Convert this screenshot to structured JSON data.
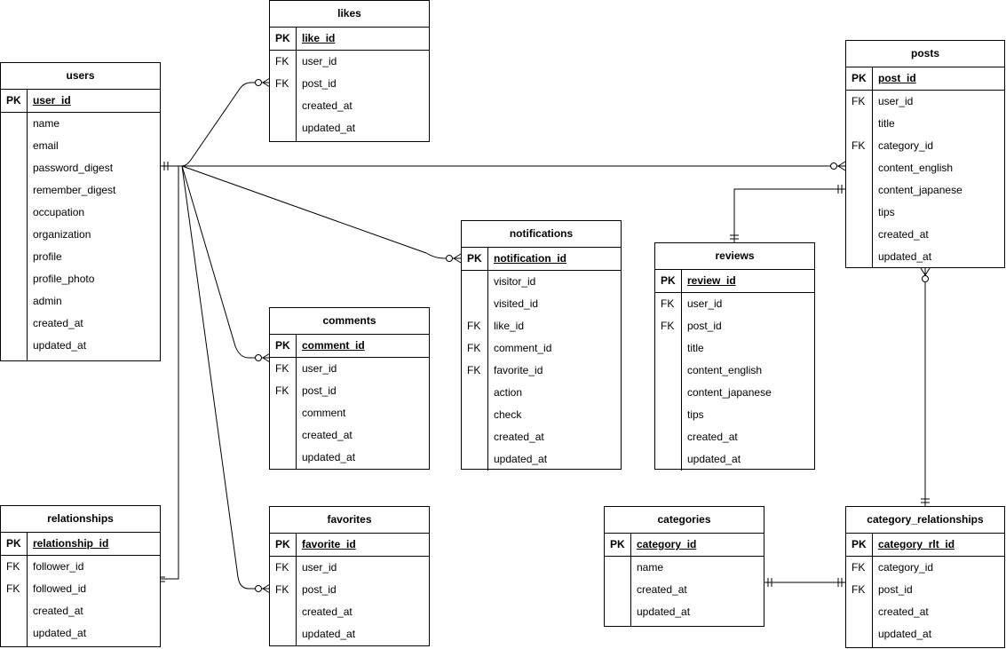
{
  "entities": {
    "users": {
      "title": "users",
      "pk": {
        "key": "PK",
        "name": "user_id"
      },
      "fields": [
        {
          "key": "",
          "name": "name"
        },
        {
          "key": "",
          "name": "email"
        },
        {
          "key": "",
          "name": "password_digest"
        },
        {
          "key": "",
          "name": "remember_digest"
        },
        {
          "key": "",
          "name": "occupation"
        },
        {
          "key": "",
          "name": "organization"
        },
        {
          "key": "",
          "name": "profile"
        },
        {
          "key": "",
          "name": "profile_photo"
        },
        {
          "key": "",
          "name": "admin"
        },
        {
          "key": "",
          "name": "created_at"
        },
        {
          "key": "",
          "name": "updated_at"
        }
      ]
    },
    "likes": {
      "title": "likes",
      "pk": {
        "key": "PK",
        "name": "like_id"
      },
      "fields": [
        {
          "key": "FK",
          "name": "user_id"
        },
        {
          "key": "FK",
          "name": "post_id"
        },
        {
          "key": "",
          "name": "created_at"
        },
        {
          "key": "",
          "name": "updated_at"
        }
      ]
    },
    "posts": {
      "title": "posts",
      "pk": {
        "key": "PK",
        "name": "post_id"
      },
      "fields": [
        {
          "key": "FK",
          "name": "user_id"
        },
        {
          "key": "",
          "name": "title"
        },
        {
          "key": "FK",
          "name": "category_id"
        },
        {
          "key": "",
          "name": "content_english"
        },
        {
          "key": "",
          "name": "content_japanese"
        },
        {
          "key": "",
          "name": "tips"
        },
        {
          "key": "",
          "name": "created_at"
        },
        {
          "key": "",
          "name": "updated_at"
        }
      ]
    },
    "notifications": {
      "title": "notifications",
      "pk": {
        "key": "PK",
        "name": "notification_id"
      },
      "fields": [
        {
          "key": "",
          "name": "visitor_id"
        },
        {
          "key": "",
          "name": "visited_id"
        },
        {
          "key": "FK",
          "name": "like_id"
        },
        {
          "key": "FK",
          "name": "comment_id"
        },
        {
          "key": "FK",
          "name": "favorite_id"
        },
        {
          "key": "",
          "name": "action"
        },
        {
          "key": "",
          "name": "check"
        },
        {
          "key": "",
          "name": "created_at"
        },
        {
          "key": "",
          "name": "updated_at"
        }
      ]
    },
    "reviews": {
      "title": "reviews",
      "pk": {
        "key": "PK",
        "name": "review_id"
      },
      "fields": [
        {
          "key": "FK",
          "name": "user_id"
        },
        {
          "key": "FK",
          "name": "post_id"
        },
        {
          "key": "",
          "name": "title"
        },
        {
          "key": "",
          "name": "content_english"
        },
        {
          "key": "",
          "name": "content_japanese"
        },
        {
          "key": "",
          "name": "tips"
        },
        {
          "key": "",
          "name": "created_at"
        },
        {
          "key": "",
          "name": "updated_at"
        }
      ]
    },
    "comments": {
      "title": "comments",
      "pk": {
        "key": "PK",
        "name": "comment_id"
      },
      "fields": [
        {
          "key": "FK",
          "name": "user_id"
        },
        {
          "key": "FK",
          "name": "post_id"
        },
        {
          "key": "",
          "name": "comment"
        },
        {
          "key": "",
          "name": "created_at"
        },
        {
          "key": "",
          "name": "updated_at"
        }
      ]
    },
    "relationships": {
      "title": "relationships",
      "pk": {
        "key": "PK",
        "name": "relationship_id"
      },
      "fields": [
        {
          "key": "FK",
          "name": "follower_id"
        },
        {
          "key": "FK",
          "name": "followed_id"
        },
        {
          "key": "",
          "name": "created_at"
        },
        {
          "key": "",
          "name": "updated_at"
        }
      ]
    },
    "favorites": {
      "title": "favorites",
      "pk": {
        "key": "PK",
        "name": "favorite_id"
      },
      "fields": [
        {
          "key": "FK",
          "name": "user_id"
        },
        {
          "key": "FK",
          "name": "post_id"
        },
        {
          "key": "",
          "name": "created_at"
        },
        {
          "key": "",
          "name": "updated_at"
        }
      ]
    },
    "categories": {
      "title": "categories",
      "pk": {
        "key": "PK",
        "name": "category_id"
      },
      "fields": [
        {
          "key": "",
          "name": "name"
        },
        {
          "key": "",
          "name": "created_at"
        },
        {
          "key": "",
          "name": "updated_at"
        }
      ]
    },
    "category_relationships": {
      "title": "category_relationships",
      "pk": {
        "key": "PK",
        "name": "category_rlt_id"
      },
      "fields": [
        {
          "key": "FK",
          "name": "category_id"
        },
        {
          "key": "FK",
          "name": "post_id"
        },
        {
          "key": "",
          "name": "created_at"
        },
        {
          "key": "",
          "name": "updated_at"
        }
      ]
    }
  },
  "relations": [
    {
      "from": "users",
      "to": "likes",
      "from_card": "one-and-only-one",
      "to_card": "zero-or-many"
    },
    {
      "from": "users",
      "to": "posts",
      "from_card": "one-and-only-one",
      "to_card": "zero-or-many"
    },
    {
      "from": "users",
      "to": "notifications",
      "from_card": "one-and-only-one",
      "to_card": "zero-or-many"
    },
    {
      "from": "users",
      "to": "comments",
      "from_card": "one-and-only-one",
      "to_card": "zero-or-many"
    },
    {
      "from": "users",
      "to": "favorites",
      "from_card": "one-and-only-one",
      "to_card": "zero-or-many"
    },
    {
      "from": "users",
      "to": "relationships",
      "from_card": "one-and-only-one",
      "to_card": "one-and-only-one"
    },
    {
      "from": "posts",
      "to": "reviews",
      "from_card": "one-and-only-one",
      "to_card": "one-and-only-one"
    },
    {
      "from": "posts",
      "to": "category_relationships",
      "from_card": "zero-or-many",
      "to_card": "one-and-only-one"
    },
    {
      "from": "categories",
      "to": "category_relationships",
      "from_card": "one-and-only-one",
      "to_card": "one-and-only-one"
    }
  ]
}
